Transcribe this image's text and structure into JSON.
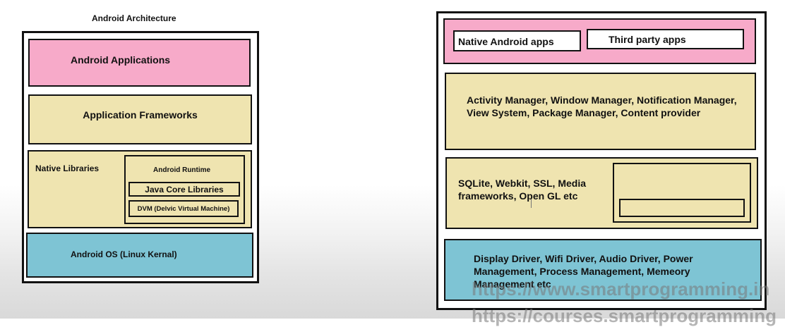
{
  "left": {
    "title": "Android Architecture",
    "apps": "Android Applications",
    "frameworks": "Application Frameworks",
    "native_libraries": "Native Libraries",
    "runtime": "Android Runtime",
    "java_core": "Java Core Libraries",
    "dvm": "DVM (Delvic Virtual Machine)",
    "os": "Android OS (Linux Kernal)"
  },
  "right": {
    "native_apps": "Native Android apps",
    "third_party_apps": "Third party apps",
    "framework_desc": "Activity Manager, Window Manager, Notification Manager, View System, Package Manager, Content provider",
    "libraries_desc": "SQLite, Webkit, SSL, Media frameworks, Open GL etc",
    "drivers_desc": "Display Driver, Wifi Driver, Audio Driver, Power Management, Process Management, Memeory Management etc"
  },
  "watermark": {
    "line1": "https://www.smartprogramming.in",
    "line2": "https://courses.smartprogramming"
  },
  "colors": {
    "applications": "#f7aac9",
    "frameworks": "#efe4b0",
    "libraries": "#efe4b0",
    "os": "#7ec4d4"
  }
}
